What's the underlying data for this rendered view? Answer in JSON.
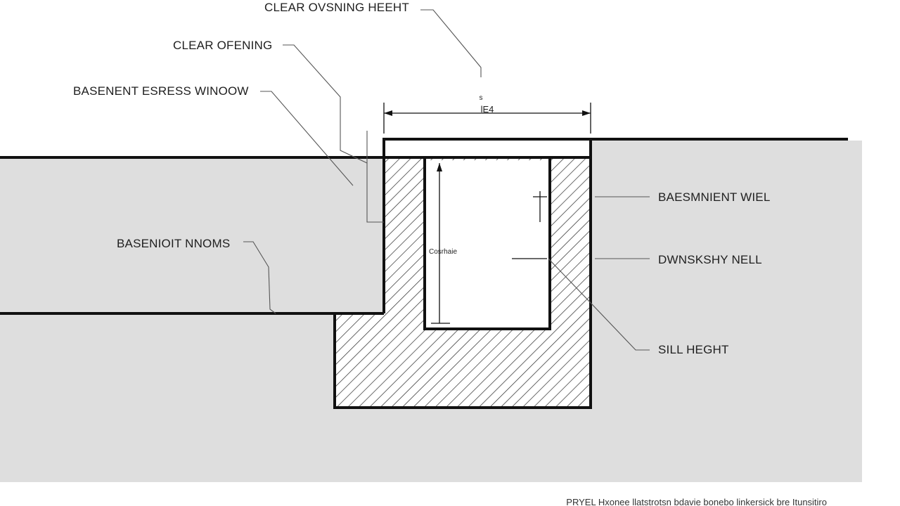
{
  "diagram": {
    "labels": {
      "clear_opening_height": "CLEAR OVSNING HEEHT",
      "clear_opening": "CLEAR OFENING",
      "basement_egress_window": "BASENENT ESRESS WINOOW",
      "basement_rooms": "BASENIOIT NNOMS",
      "basement_wall": "BAESMNIENT WIEL",
      "window_well": "DWNSKSHY NELL",
      "sill_height": "SILL HEGHT",
      "inner_small": "Cosrhaie",
      "dimension_top_a": "s",
      "dimension_top_b": "lE4"
    },
    "footer_caption": "PRYEL  Hxonee llatstrotsn bdavie bonebo linkersick bre Itunsitiro"
  },
  "colors": {
    "background": "#ffffff",
    "ground_fill": "#dedede",
    "line": "#111111",
    "leader": "#555555",
    "hatch": "#2a2a2a"
  }
}
